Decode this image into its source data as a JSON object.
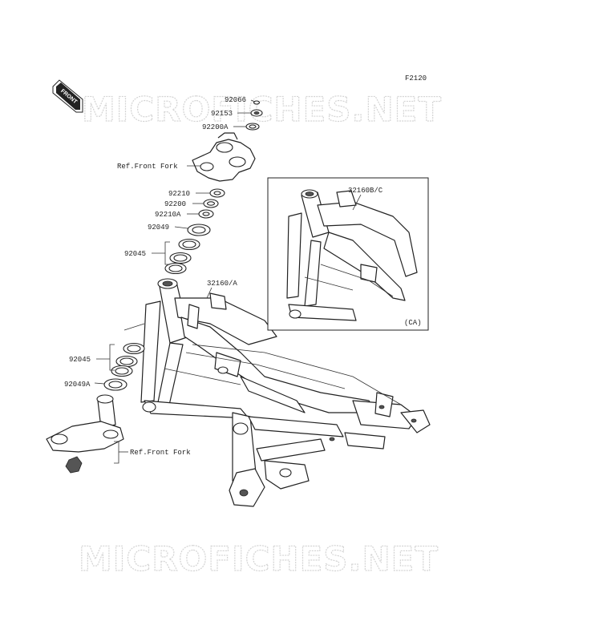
{
  "diagram": {
    "figure_code": "F2120",
    "front_arrow_label": "FRONT",
    "watermark_text": "MICROFICHES.NET",
    "inset_label": "(CA)",
    "labels": {
      "p92066": "92066",
      "p92153": "92153",
      "p92200A": "92200A",
      "ref_front_fork_top": "Ref.Front Fork",
      "p92210": "92210",
      "p92200": "92200",
      "p92210A": "92210A",
      "p92049": "92049",
      "p92045_top": "92045",
      "p32160A": "32160/A",
      "p32160BC": "32160B/C",
      "p92045_bottom": "92045",
      "p92049A": "92049A",
      "ref_front_fork_bottom": "Ref.Front Fork"
    }
  }
}
